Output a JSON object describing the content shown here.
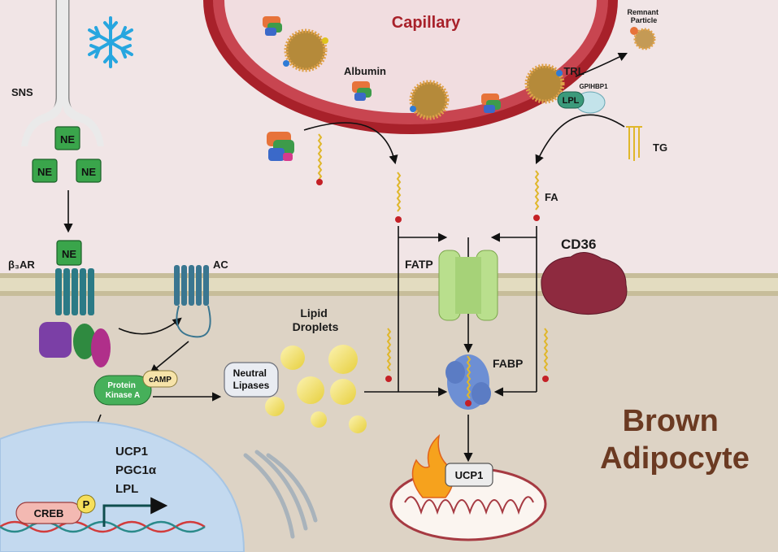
{
  "colors": {
    "extracellular": "#f1e5e6",
    "cytoplasm": "#ddd3c5",
    "membrane_outer": "#c7bd9a",
    "membrane_inner": "#e3dcc0",
    "capillary_wall": "#a8212a",
    "capillary_lumen": "#f1dde0",
    "nucleus": "#c3d9ef",
    "ne_box": "#3aa54b",
    "pka": "#46b05a",
    "camp": "#f6e3a9",
    "lipid_droplet": "#f4e15d",
    "fatp": "#b9df8d",
    "cd36": "#8e2a3f",
    "fabp": "#6d8fd4",
    "ucp1_flame": "#f6a21d",
    "title_text": "#6b3a22",
    "snowflake": "#27a6df",
    "gpcr": "#2b7a86",
    "ac": "#3a7690"
  },
  "icons": [
    "snowflake-icon",
    "flame-icon",
    "dna-icon",
    "nerve-terminal-icon",
    "mitochondrion-icon",
    "golgi-icon"
  ],
  "labels": {
    "capillary": "Capillary",
    "remnant_particle": "Remnant\nParticle",
    "albumin": "Albumin",
    "trl": "TRL",
    "gpihbp1": "GPIHBP1",
    "lpl_box": "LPL",
    "tg": "TG",
    "fa": "FA",
    "sns": "SNS",
    "ne": "NE",
    "beta3ar": "β₃AR",
    "ac": "AC",
    "fatp": "FATP",
    "cd36": "CD36",
    "lipid_droplets": "Lipid\nDroplets",
    "fabp": "FABP",
    "camp": "cAMP",
    "pka": "Protein\nKinase A",
    "neutral_lipases": "Neutral\nLipases",
    "genes": [
      "UCP1",
      "PGC1α",
      "LPL"
    ],
    "creb": "CREB",
    "p": "P",
    "ucp1_box": "UCP1",
    "title": "Brown\nAdipocyte"
  }
}
